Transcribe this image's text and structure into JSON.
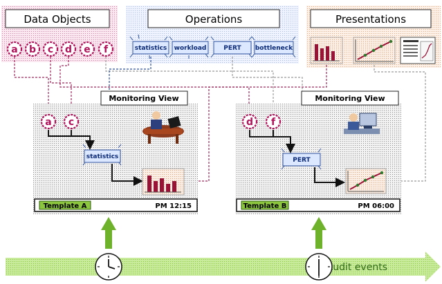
{
  "panels": {
    "data_objects": {
      "title": "Data Objects",
      "items": [
        "a",
        "b",
        "c",
        "d",
        "e",
        "f"
      ]
    },
    "operations": {
      "title": "Operations",
      "items": [
        "statistics",
        "workload",
        "PERT",
        "bottleneck"
      ]
    },
    "presentations": {
      "title": "Presentations",
      "items": [
        "bar-chart-icon",
        "line-chart-icon",
        "document-chart-icon"
      ]
    }
  },
  "views": [
    {
      "label": "Monitoring View",
      "inputs": [
        "a",
        "c"
      ],
      "operation": "statistics",
      "presentation": "bar-chart-icon",
      "template": "Template A",
      "time": "PM 12:15"
    },
    {
      "label": "Monitoring View",
      "inputs": [
        "d",
        "f"
      ],
      "operation": "PERT",
      "presentation": "line-chart-icon",
      "template": "Template B",
      "time": "PM 06:00"
    }
  ],
  "audit": {
    "label": "Audit events"
  },
  "colors": {
    "object": "#b0135a",
    "operation_fill": "#dce8ff",
    "operation_text": "#0b2a78",
    "template_badge": "#8cc63f",
    "audit_arrow": "#8cc63f"
  }
}
